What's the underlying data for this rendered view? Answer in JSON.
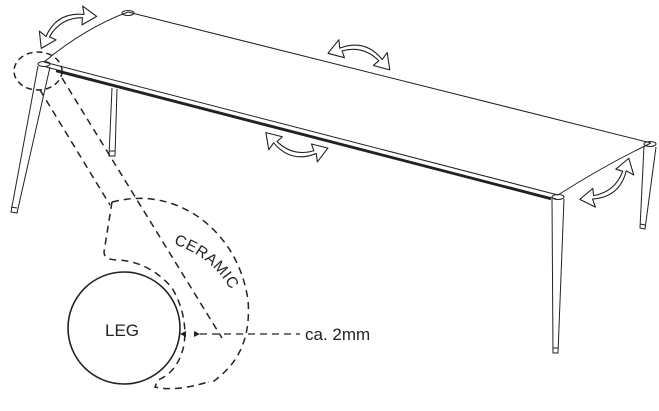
{
  "colors": {
    "stroke": "#222222",
    "background": "#ffffff",
    "arrow_fill": "#ffffff"
  },
  "labels": {
    "leg": "LEG",
    "ceramic": "CERAMIC",
    "gap": "ca. 2mm"
  },
  "icons": {
    "rotation_arrows": "curved-double-arrow"
  }
}
